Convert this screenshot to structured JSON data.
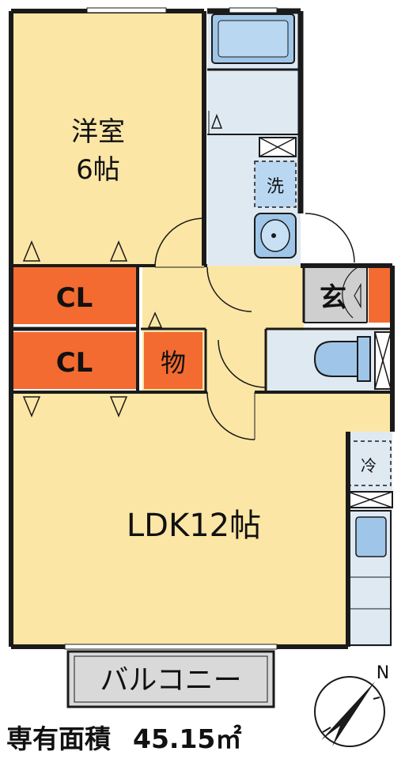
{
  "rooms": {
    "western": {
      "name": "洋室",
      "size": "6帖"
    },
    "closet_upper": "CL",
    "closet_lower": "CL",
    "storage": "物",
    "entrance": "玄",
    "washer": "洗",
    "fridge": "冷",
    "ldk": "LDK12帖",
    "balcony": "バルコニー"
  },
  "footer": {
    "area_label": "専有面積",
    "area_value": "45.15㎡"
  },
  "compass": {
    "north": "N"
  },
  "colors": {
    "room_floor": "#fbe6a5",
    "closet": "#f36b30",
    "wet_area": "#dfe9f2",
    "fixture_blue": "#9fc6e8",
    "entrance": "#cfcfcf",
    "balcony": "#d9d9d9",
    "wall": "#1a1a1a"
  }
}
